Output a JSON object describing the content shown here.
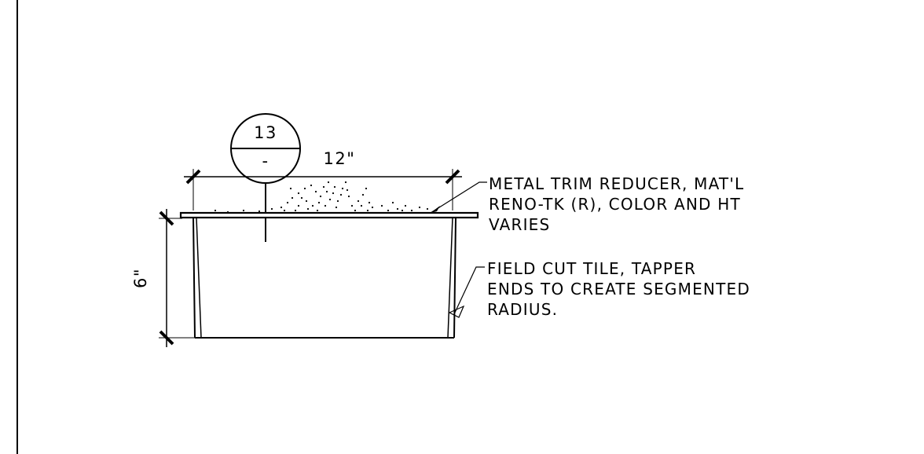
{
  "detail": {
    "bubble_number": "13",
    "bubble_sheet": "-",
    "dim_width": "12\"",
    "dim_height": "6\""
  },
  "notes": {
    "trim": [
      "METAL TRIM REDUCER, MAT'L",
      "RENO-TK (R), COLOR AND HT",
      "VARIES"
    ],
    "tile": [
      "FIELD CUT TILE, TAPPER",
      "ENDS TO CREATE SEGMENTED",
      "RADIUS."
    ]
  }
}
